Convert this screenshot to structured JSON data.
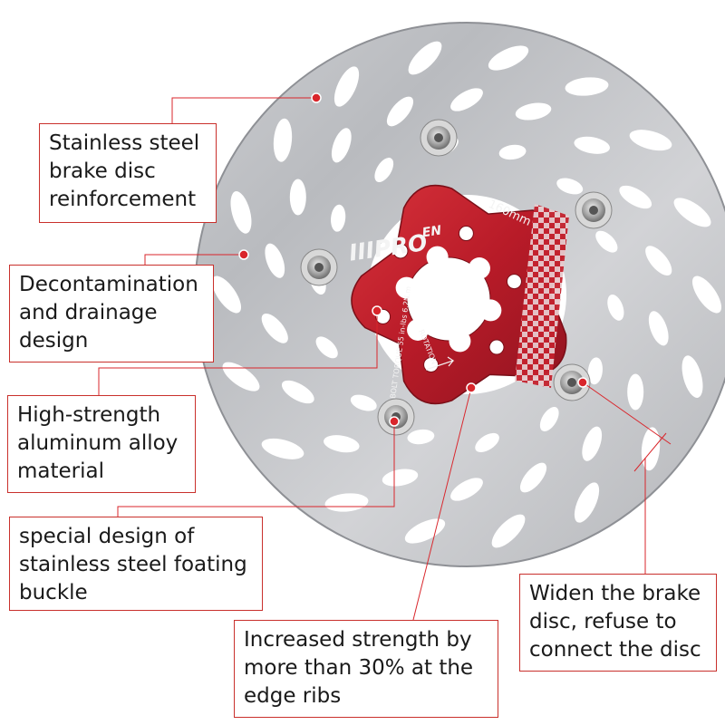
{
  "product": {
    "brand_logo_text": "IIIPRO",
    "brand_logo_suffix": "EN",
    "size_marking": "160mm",
    "torque_marking": "BOLT TORQUE 55 in-lbs 6.2N.m",
    "rotation_marking": "ROTATION"
  },
  "colors": {
    "accent_line": "#d9252b",
    "spider_red": "#c31f2c",
    "steel": "#c3c5c9"
  },
  "callouts": [
    {
      "lines": [
        "Stainless steel",
        "brake disc",
        "reinforcement"
      ]
    },
    {
      "lines": [
        "Decontamination",
        "and drainage",
        "design"
      ]
    },
    {
      "lines": [
        "High-strength",
        "aluminum alloy",
        "material"
      ]
    },
    {
      "lines": [
        "special design of",
        "stainless steel foating",
        "buckle"
      ]
    },
    {
      "lines": [
        "Increased strength by",
        "more than 30% at the",
        "edge ribs"
      ]
    },
    {
      "lines": [
        "Widen the brake",
        "disc, refuse to",
        "connect the disc"
      ]
    }
  ]
}
